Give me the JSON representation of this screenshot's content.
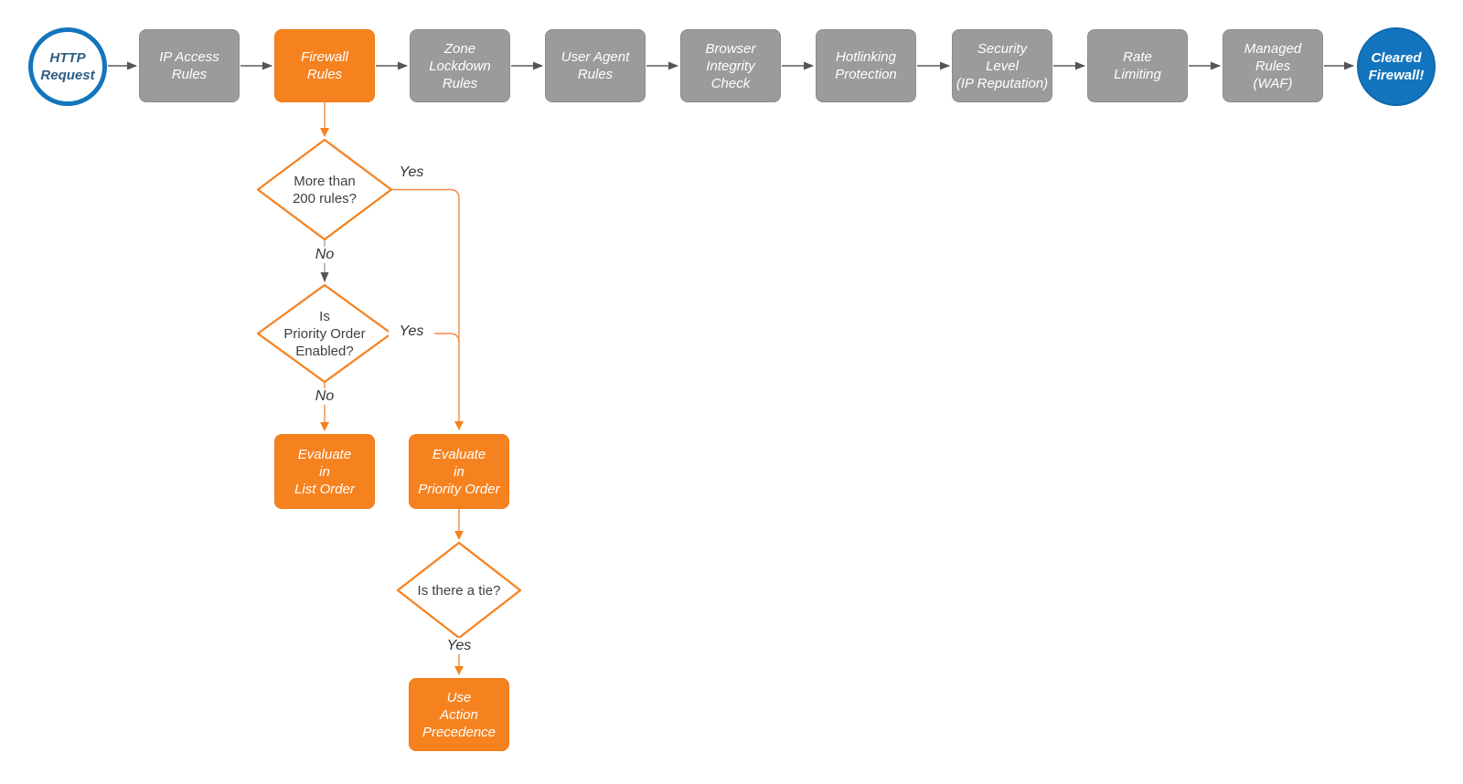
{
  "diagram": {
    "colors": {
      "accent_orange": "#F6821F",
      "stage_gray": "#9B9B9B",
      "brand_blue": "#1375BD",
      "edge_gray": "#555555",
      "decision_text": "#404040"
    },
    "start": {
      "label": "HTTP\nRequest"
    },
    "end": {
      "label": "Cleared\nFirewall!"
    },
    "stages": [
      {
        "label": "IP Access\nRules"
      },
      {
        "label": "Firewall\nRules"
      },
      {
        "label": "Zone\nLockdown\nRules"
      },
      {
        "label": "User Agent\nRules"
      },
      {
        "label": "Browser\nIntegrity\nCheck"
      },
      {
        "label": "Hotlinking\nProtection"
      },
      {
        "label": "Security\nLevel\n(IP Reputation)"
      },
      {
        "label": "Rate\nLimiting"
      },
      {
        "label": "Managed\nRules\n(WAF)"
      }
    ],
    "decisions": [
      {
        "label": "More than\n200 rules?"
      },
      {
        "label": "Is\nPriority Order\nEnabled?"
      },
      {
        "label": "Is there a tie?"
      }
    ],
    "actions": [
      {
        "label": "Evaluate\nin\nList Order"
      },
      {
        "label": "Evaluate\nin\nPriority Order"
      },
      {
        "label": "Use\nAction\nPrecedence"
      }
    ],
    "edge_labels": {
      "yes1": "Yes",
      "no1": "No",
      "yes2": "Yes",
      "no2": "No",
      "yes3": "Yes"
    }
  }
}
